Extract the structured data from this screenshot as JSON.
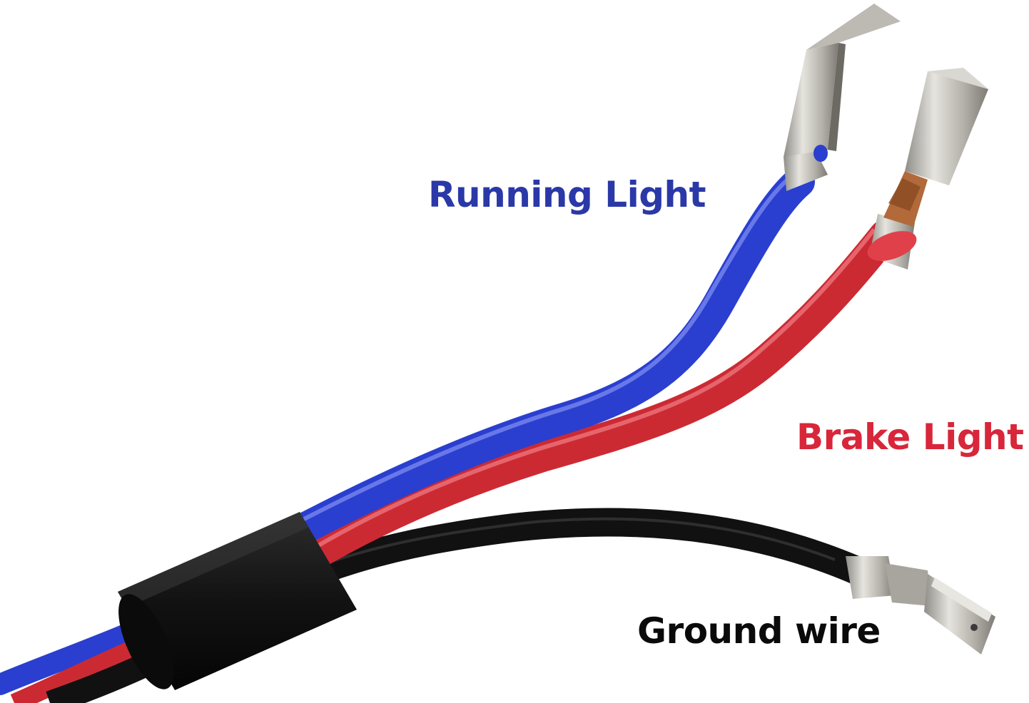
{
  "labels": {
    "running_light": "Running Light",
    "brake_light": "Brake Light",
    "ground_wire": "Ground wire"
  },
  "colors": {
    "background": "#ffffff",
    "running_light_text": "#2a38a8",
    "brake_light_text": "#d8263a",
    "ground_wire_text": "#0a0a0a",
    "blue_wire": "#2a3fcf",
    "red_wire": "#cc2a33",
    "black_wire": "#111111",
    "heat_shrink": "#161616",
    "terminal_metal": "#c8c6c0"
  }
}
